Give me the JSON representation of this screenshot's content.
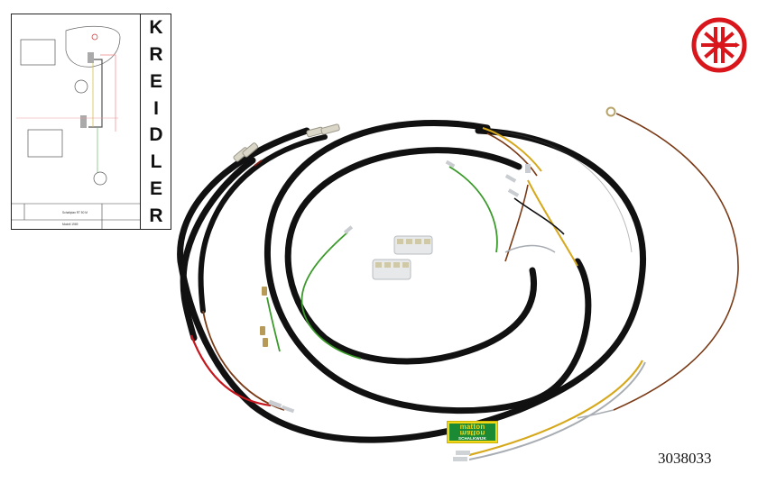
{
  "diagram": {
    "brand_letters": [
      "K",
      "R",
      "E",
      "I",
      "D",
      "L",
      "E",
      "R"
    ],
    "title_block": {
      "row1": "Schaltplan RT 50 M",
      "row2": "Modell 1969"
    },
    "description": "Wiring schematic (Schaltplan) thumbnail"
  },
  "logo": {
    "name": "Kreidler logo",
    "color": "#d8161b"
  },
  "badge": {
    "line1": "matton",
    "line2": "matton",
    "line3": "SCHALKWIJK",
    "bg_color": "#1b8a34",
    "text_color": "#f3d81a"
  },
  "product": {
    "number": "3038033",
    "description": "Wiring harness with terminal strips"
  },
  "colors": {
    "cable_black": "#111111",
    "wire_red": "#c4161c",
    "wire_brown": "#7a3a16",
    "wire_yellow": "#d6a81c",
    "wire_green": "#3a9a2a",
    "wire_grey": "#a8adb3"
  }
}
